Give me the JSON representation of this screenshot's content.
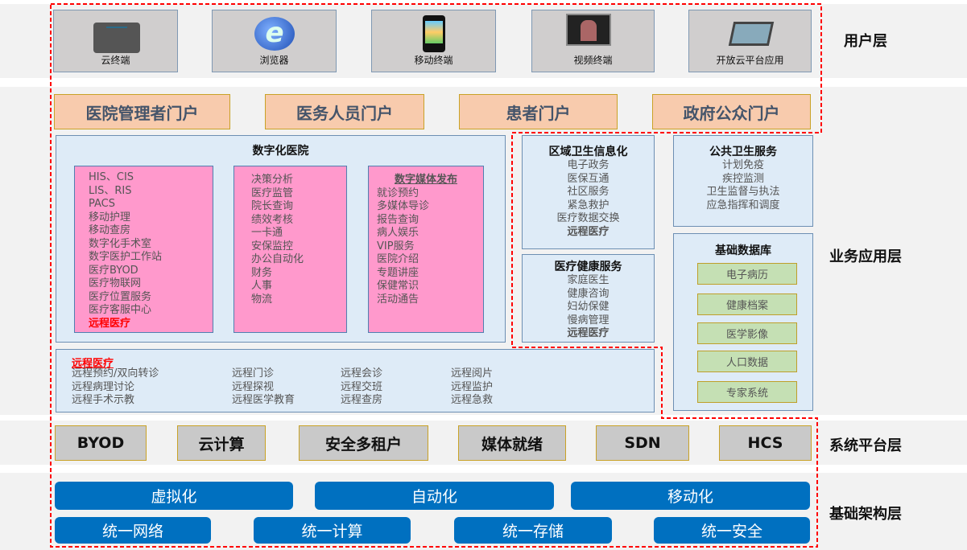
{
  "layers": {
    "user": "用户层",
    "business": "业务应用层",
    "system": "系统平台层",
    "infra": "基础架构层"
  },
  "devices": [
    {
      "label": "云终端",
      "icon": "cloud-terminal-icon"
    },
    {
      "label": "浏览器",
      "icon": "browser-icon"
    },
    {
      "label": "移动终端",
      "icon": "mobile-phone-icon"
    },
    {
      "label": "视频终端",
      "icon": "video-terminal-icon"
    },
    {
      "label": "开放云平台应用",
      "icon": "laptop-icon"
    }
  ],
  "portals": [
    "医院管理者门户",
    "医务人员门户",
    "患者门户",
    "政府公众门户"
  ],
  "digital_hospital": {
    "title": "数字化医院",
    "col1": [
      "HIS、CIS",
      "LIS、RIS",
      "PACS",
      "移动护理",
      "移动查房",
      "数字化手术室",
      "数字医护工作站",
      "医疗BYOD",
      "医疗物联网",
      "医疗位置服务",
      "医疗客服中心"
    ],
    "col1_highlight": "远程医疗",
    "col2": [
      "决策分析",
      "医疗监管",
      "院长查询",
      "绩效考核",
      "一卡通",
      "安保监控",
      "办公自动化",
      "财务",
      "人事",
      "物流"
    ],
    "col3_title": "数字媒体发布",
    "col3": [
      "就诊预约",
      "多媒体导诊",
      "报告查询",
      "病人娱乐",
      "VIP服务",
      "医院介绍",
      "专题讲座",
      "保健常识",
      "活动通告"
    ]
  },
  "regional": {
    "title": "区域卫生信息化",
    "items": [
      "电子政务",
      "医保互通",
      "社区服务",
      "紧急救护",
      "医疗数据交换"
    ],
    "highlight": "远程医疗"
  },
  "health_service": {
    "title": "医疗健康服务",
    "items": [
      "家庭医生",
      "健康咨询",
      "妇幼保健",
      "慢病管理"
    ],
    "highlight": "远程医疗"
  },
  "public_health": {
    "title": "公共卫生服务",
    "items": [
      "计划免疫",
      "疾控监测",
      "卫生监督与执法",
      "应急指挥和调度"
    ]
  },
  "base_db": {
    "title": "基础数据库",
    "items": [
      "电子病历",
      "健康档案",
      "医学影像",
      "人口数据",
      "专家系统"
    ]
  },
  "remote": {
    "title": "远程医疗",
    "cols": [
      [
        "远程预约/双向转诊",
        "远程病理讨论",
        "远程手术示教"
      ],
      [
        "远程门诊",
        "远程探视",
        "远程医学教育"
      ],
      [
        "远程会诊",
        "远程交班",
        "远程查房"
      ],
      [
        "远程阅片",
        "远程监护",
        "远程急救"
      ]
    ]
  },
  "system": [
    "BYOD",
    "云计算",
    "安全多租户",
    "媒体就绪",
    "SDN",
    "HCS"
  ],
  "infra_row1": [
    "虚拟化",
    "自动化",
    "移动化"
  ],
  "infra_row2": [
    "统一网络",
    "统一计算",
    "统一存储",
    "统一安全"
  ],
  "colors": {
    "dash": "#ff0000",
    "infra": "#0070c0",
    "portal": "#f8cbad",
    "pink": "#ff99cc",
    "db": "#c5e0b4"
  }
}
